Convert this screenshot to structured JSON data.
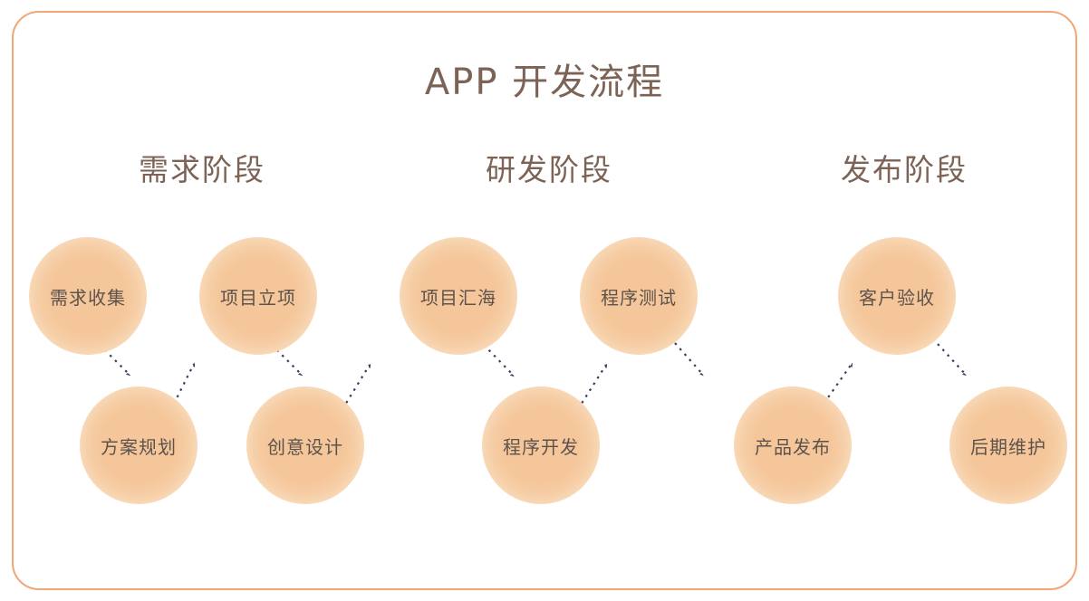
{
  "title": "APP 开发流程",
  "phases": [
    {
      "label": "需求阶段"
    },
    {
      "label": "研发阶段"
    },
    {
      "label": "发布阶段"
    }
  ],
  "nodes": [
    {
      "label": "需求收集",
      "row": "top",
      "phase": "需求阶段"
    },
    {
      "label": "项目立项",
      "row": "top",
      "phase": "需求阶段"
    },
    {
      "label": "项目汇海",
      "row": "top",
      "phase": "研发阶段"
    },
    {
      "label": "程序测试",
      "row": "top",
      "phase": "研发阶段"
    },
    {
      "label": "客户验收",
      "row": "top",
      "phase": "发布阶段"
    },
    {
      "label": "方案规划",
      "row": "bottom",
      "phase": "需求阶段"
    },
    {
      "label": "创意设计",
      "row": "bottom",
      "phase": "需求阶段"
    },
    {
      "label": "程序开发",
      "row": "bottom",
      "phase": "研发阶段"
    },
    {
      "label": "产品发布",
      "row": "bottom",
      "phase": "发布阶段"
    },
    {
      "label": "后期维护",
      "row": "bottom",
      "phase": "发布阶段"
    }
  ],
  "arrows": [
    {
      "from": "需求收集",
      "to": "方案规划",
      "direction": "down-right"
    },
    {
      "from": "方案规划",
      "to": "项目立项",
      "direction": "up-right"
    },
    {
      "from": "项目立项",
      "to": "创意设计",
      "direction": "down-right"
    },
    {
      "from": "创意设计",
      "to": "项目汇海",
      "direction": "up-right"
    },
    {
      "from": "项目汇海",
      "to": "程序开发",
      "direction": "down-right"
    },
    {
      "from": "程序开发",
      "to": "程序测试",
      "direction": "up-right"
    },
    {
      "from": "程序测试",
      "to": "产品发布",
      "direction": "down-right"
    },
    {
      "from": "产品发布",
      "to": "客户验收",
      "direction": "up-right"
    },
    {
      "from": "客户验收",
      "to": "后期维护",
      "direction": "down-right"
    }
  ],
  "colors": {
    "frame_border": "#F2A678",
    "bubble_fill": "#F5C69A",
    "heading_text": "#7C6355",
    "node_text": "#5D534D",
    "arrow": "#3C3C5F",
    "background": "#FFFFFF"
  }
}
